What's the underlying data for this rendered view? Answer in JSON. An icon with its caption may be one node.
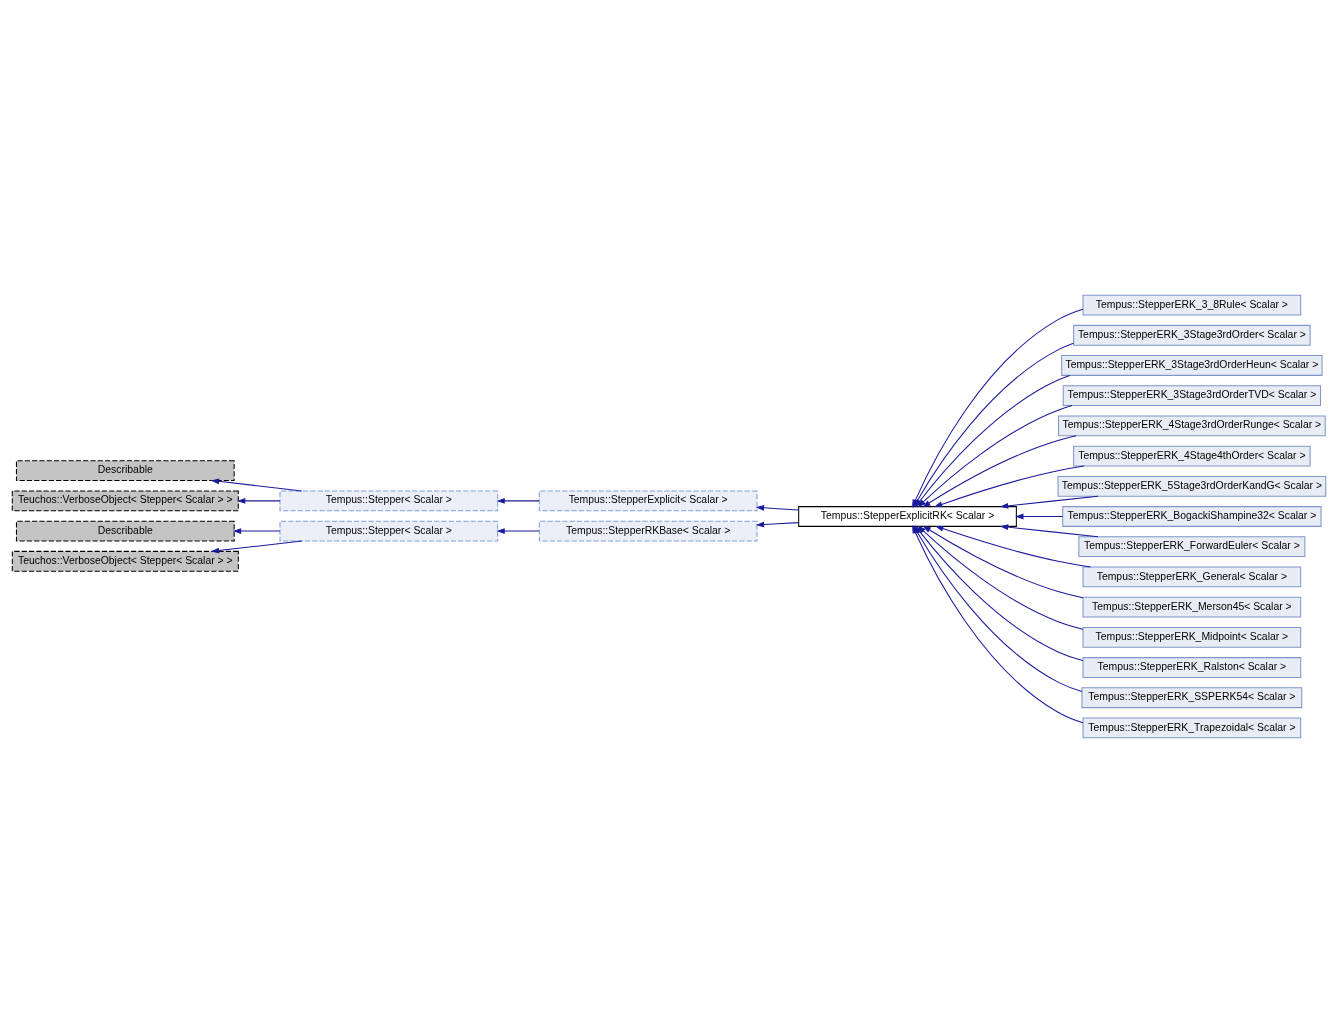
{
  "diagram": {
    "nodes": [
      {
        "text": [
          "Describable"
        ]
      },
      {
        "text": [
          "Teuchos::VerboseObject< Stepper< Scalar > >"
        ]
      },
      {
        "text": [
          "Describable"
        ]
      },
      {
        "text": [
          "Teuchos::VerboseObject< Stepper< Scalar > >"
        ]
      },
      {
        "text": [
          "Tempus::Stepper< Scalar >"
        ]
      },
      {
        "text": [
          "Tempus::Stepper< Scalar >"
        ]
      },
      {
        "text": [
          "Tempus::StepperExplicit< Scalar >"
        ]
      },
      {
        "text": [
          "Tempus::StepperRKBase< Scalar >"
        ]
      },
      {
        "text": [
          "Tempus::StepperExplicitRK< Scalar >"
        ]
      },
      {
        "text": [
          "Tempus::StepperERK_3_8Rule< Scalar >"
        ]
      },
      {
        "text": [
          "Tempus::StepperERK_3Stage3rdOrder< Scalar >"
        ]
      },
      {
        "text": [
          "Tempus::StepperERK_3Stage3rdOrderHeun< Scalar >"
        ]
      },
      {
        "text": [
          "Tempus::StepperERK_3Stage3rdOrderTVD< Scalar >"
        ]
      },
      {
        "text": [
          "Tempus::StepperERK_4Stage3rdOrderRunge< Scalar >"
        ]
      },
      {
        "text": [
          "Tempus::StepperERK_4Stage4thOrder< Scalar >"
        ]
      },
      {
        "text": [
          "Tempus::StepperERK_5Stage3rdOrderKandG< Scalar >"
        ]
      },
      {
        "text": [
          "Tempus::StepperERK_BogackiShampine32< Scalar >"
        ]
      },
      {
        "text": [
          "Tempus::StepperERK_ForwardEuler< Scalar >"
        ]
      },
      {
        "text": [
          "Tempus::StepperERK_General< Scalar >"
        ]
      },
      {
        "text": [
          "Tempus::StepperERK_Merson45< Scalar >"
        ]
      },
      {
        "text": [
          "Tempus::StepperERK_Midpoint< Scalar >"
        ]
      },
      {
        "text": [
          "Tempus::StepperERK_Ralston< Scalar >"
        ]
      },
      {
        "text": [
          "Tempus::StepperERK_SSPERK54< Scalar >"
        ]
      },
      {
        "text": [
          "Tempus::StepperERK_Trapezoidal< Scalar >"
        ]
      }
    ],
    "edges": [
      {
        "from": 4,
        "to": 0,
        "arrow": "to"
      },
      {
        "from": 4,
        "to": 1,
        "arrow": "to"
      },
      {
        "from": 5,
        "to": 2,
        "arrow": "to"
      },
      {
        "from": 5,
        "to": 3,
        "arrow": "to"
      },
      {
        "from": 6,
        "to": 4,
        "arrow": "to"
      },
      {
        "from": 7,
        "to": 5,
        "arrow": "to"
      },
      {
        "from": 8,
        "to": 6,
        "arrow": "to"
      },
      {
        "from": 8,
        "to": 7,
        "arrow": "to"
      },
      {
        "from": 9,
        "to": 8,
        "arrow": "to"
      },
      {
        "from": 10,
        "to": 8,
        "arrow": "to"
      },
      {
        "from": 11,
        "to": 8,
        "arrow": "to"
      },
      {
        "from": 12,
        "to": 8,
        "arrow": "to"
      },
      {
        "from": 13,
        "to": 8,
        "arrow": "to"
      },
      {
        "from": 14,
        "to": 8,
        "arrow": "to"
      },
      {
        "from": 15,
        "to": 8,
        "arrow": "to"
      },
      {
        "from": 16,
        "to": 8,
        "arrow": "to"
      },
      {
        "from": 17,
        "to": 8,
        "arrow": "to"
      },
      {
        "from": 18,
        "to": 8,
        "arrow": "to"
      },
      {
        "from": 19,
        "to": 8,
        "arrow": "to"
      },
      {
        "from": 20,
        "to": 8,
        "arrow": "to"
      },
      {
        "from": 21,
        "to": 8,
        "arrow": "to"
      },
      {
        "from": 22,
        "to": 8,
        "arrow": "to"
      },
      {
        "from": 23,
        "to": 8,
        "arrow": "to"
      }
    ]
  }
}
